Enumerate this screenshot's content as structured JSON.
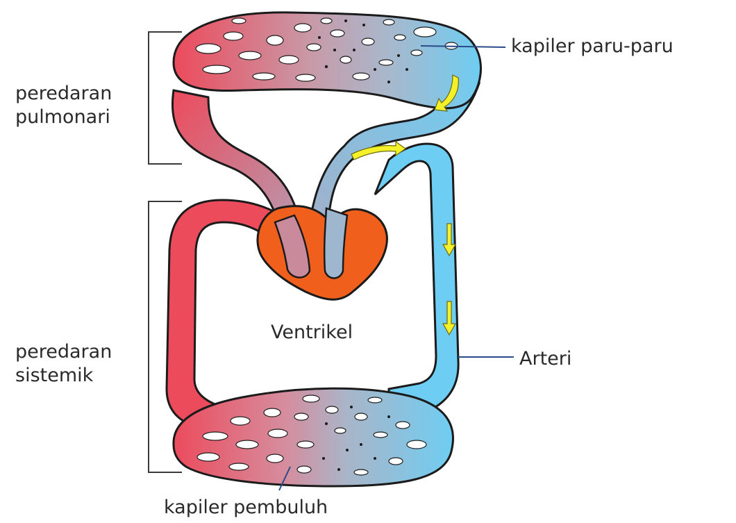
{
  "labels": {
    "pulmonary_circulation": {
      "line1": "peredaran",
      "line2": "pulmonari"
    },
    "systemic_circulation": {
      "line1": "peredaran",
      "line2": "sistemik"
    },
    "lung_capillaries": "kapiler paru-paru",
    "artery": "Arteri",
    "ventricle": "Ventrikel",
    "body_capillaries": "kapiler pembuluh"
  },
  "colors": {
    "oxygenated": "#ec4b5c",
    "deoxygenated": "#6ecdf2",
    "mixed": "#b9a6b8",
    "heart": "#f0601c",
    "arrow": "#f4f02a",
    "outline": "#1b1b1b"
  }
}
